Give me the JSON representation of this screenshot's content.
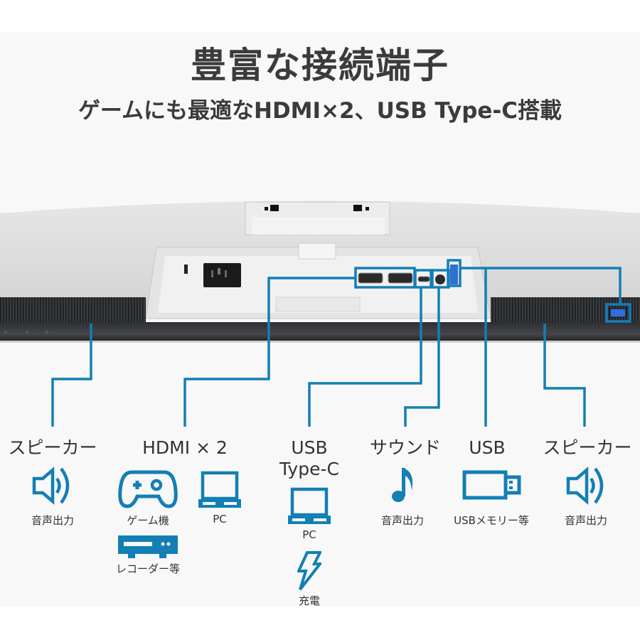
{
  "header": {
    "title": "豊富な接続端子",
    "subtitle": "ゲームにも最適なHDMI×2、USB Type-C搭載"
  },
  "colors": {
    "accent": "#137fb5",
    "text": "#333333",
    "background": "#f8f8f8"
  },
  "ports": [
    {
      "id": "speaker-left",
      "label": "スピーカー",
      "uses": [
        {
          "icon": "speaker-icon",
          "caption": "音声出力"
        }
      ]
    },
    {
      "id": "hdmi",
      "label": "HDMI × 2",
      "uses": [
        {
          "icon": "gamepad-icon",
          "caption": "ゲーム機"
        },
        {
          "icon": "laptop-icon",
          "caption": "PC"
        },
        {
          "icon": "recorder-icon",
          "caption": "レコーダー等"
        }
      ]
    },
    {
      "id": "usb-c",
      "label_line1": "USB",
      "label_line2": "Type-C",
      "uses": [
        {
          "icon": "laptop-icon",
          "caption": "PC"
        },
        {
          "icon": "lightning-icon",
          "caption": "充電"
        }
      ]
    },
    {
      "id": "audio",
      "label": "サウンド",
      "uses": [
        {
          "icon": "music-note-icon",
          "caption": "音声出力"
        }
      ]
    },
    {
      "id": "usb",
      "label": "USB",
      "uses": [
        {
          "icon": "usb-drive-icon",
          "caption": "USBメモリー等"
        }
      ]
    },
    {
      "id": "speaker-right",
      "label": "スピーカー",
      "uses": [
        {
          "icon": "speaker-icon",
          "caption": "音声出力"
        }
      ]
    }
  ]
}
